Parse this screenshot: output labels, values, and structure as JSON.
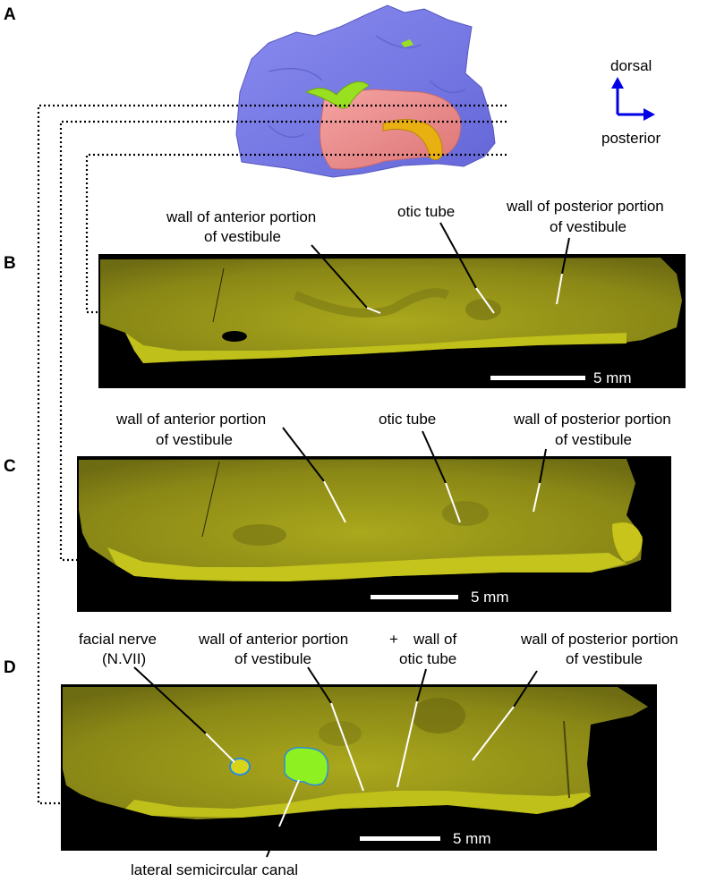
{
  "panels": {
    "a": "A",
    "b": "B",
    "c": "C",
    "d": "D"
  },
  "orientation": {
    "dorsal": "dorsal",
    "posterior": "posterior",
    "arrow_color": "#0000e6"
  },
  "colors": {
    "bone_surface": "#7c7ee6",
    "vestibule": "#ef8f8f",
    "otic_tube": "#e8b010",
    "nerve": "#98e020",
    "ct_bone": "#9c9a18",
    "ct_dense": "#c2c21a",
    "canal_fill": "#8ef020"
  },
  "panel_b": {
    "label_anterior": [
      "wall of anterior portion",
      "of vestibule"
    ],
    "label_otic": "otic tube",
    "label_posterior": [
      "wall of posterior portion",
      "of vestibule"
    ],
    "scale": "5 mm"
  },
  "panel_c": {
    "label_anterior": [
      "wall of anterior portion",
      "of vestibule"
    ],
    "label_otic": "otic tube",
    "label_posterior": [
      "wall of posterior portion",
      "of vestibule"
    ],
    "scale": "5 mm"
  },
  "panel_d": {
    "label_facial": [
      "facial nerve",
      "(N.VII)"
    ],
    "label_anterior": [
      "wall of anterior portion",
      "of vestibule"
    ],
    "plus": "+",
    "label_otic": [
      "wall of",
      "otic tube"
    ],
    "label_posterior": [
      "wall of posterior portion",
      "of vestibule"
    ],
    "label_lateral": "lateral semicircular canal",
    "scale": "5 mm"
  }
}
